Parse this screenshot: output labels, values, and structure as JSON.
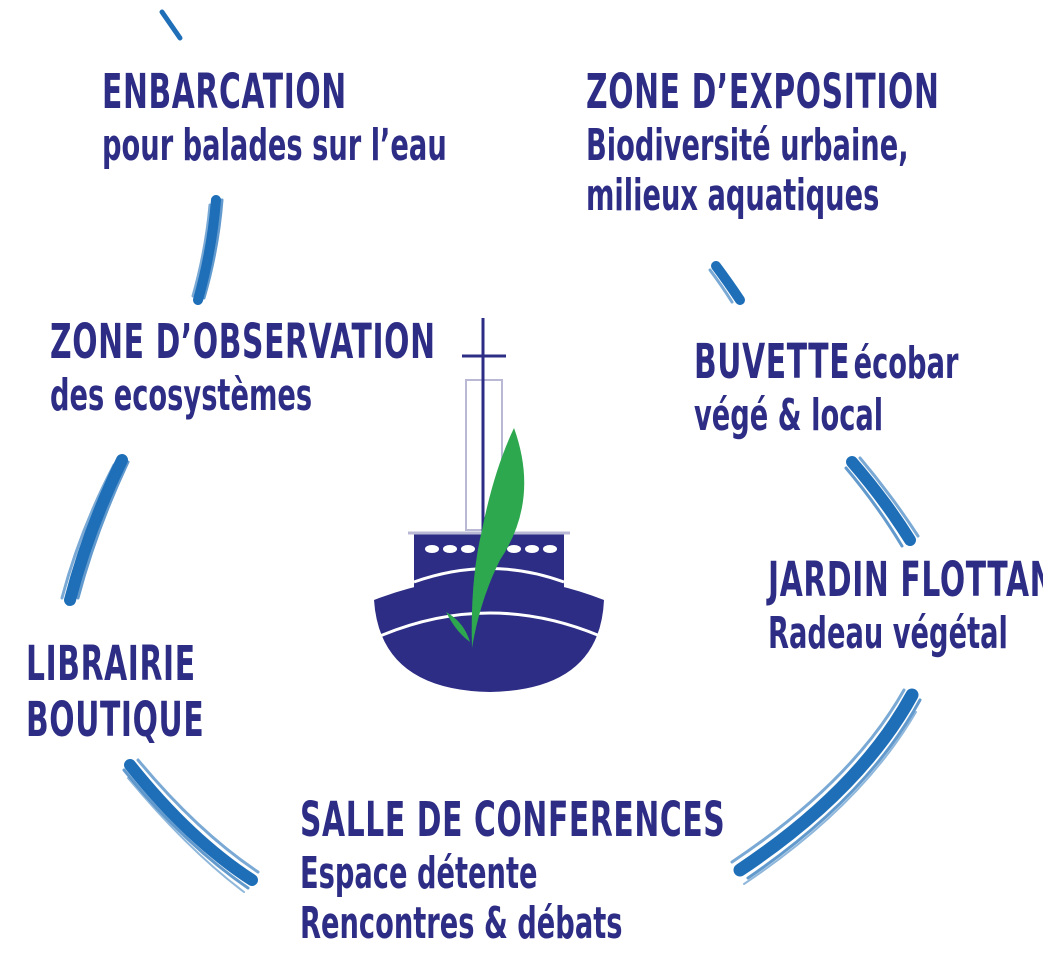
{
  "colors": {
    "text": "#2d2d86",
    "stroke": "#1f6fb8",
    "hull": "#2d2d86",
    "leaf": "#2ea84f",
    "mast": "#b9b9d6"
  },
  "icons": {
    "center": "boat-with-leaf-icon"
  },
  "nodes": {
    "embarcation": {
      "title": "ENBARCATION",
      "sub": "pour balades sur l’eau"
    },
    "exposition": {
      "title": "ZONE D’EXPOSITION",
      "sub1": "Biodiversité urbaine,",
      "sub2": "milieux aquatiques"
    },
    "observation": {
      "title": "ZONE D’OBSERVATION",
      "sub": "des ecosystèmes"
    },
    "buvette": {
      "title": "BUVETTE",
      "title_rest": "écobar",
      "sub": "végé & local"
    },
    "jardin": {
      "title": "JARDIN FLOTTANT",
      "sub": "Radeau végétal"
    },
    "librairie": {
      "title1": "LIBRAIRIE",
      "title2": "BOUTIQUE"
    },
    "salle": {
      "title": "SALLE DE CONFERENCES",
      "sub1": "Espace détente",
      "sub2": "Rencontres & débats"
    }
  }
}
